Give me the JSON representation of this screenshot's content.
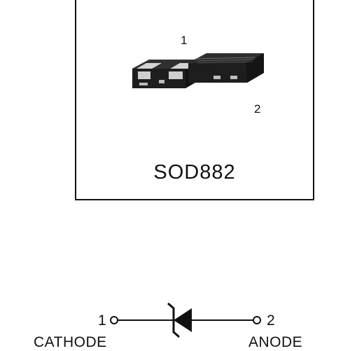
{
  "package": {
    "name": "SOD882",
    "pin1_label": "1",
    "pin2_label": "2"
  },
  "symbol": {
    "pin1_number": "1",
    "pin2_number": "2",
    "cathode_label": "CATHODE",
    "anode_label": "ANODE",
    "type": "zener-diode-symbol"
  },
  "colors": {
    "line": "#111111",
    "package_body": "#1e1e1e",
    "package_top": "#2c2c2c",
    "pad": "#bdbdbd"
  }
}
